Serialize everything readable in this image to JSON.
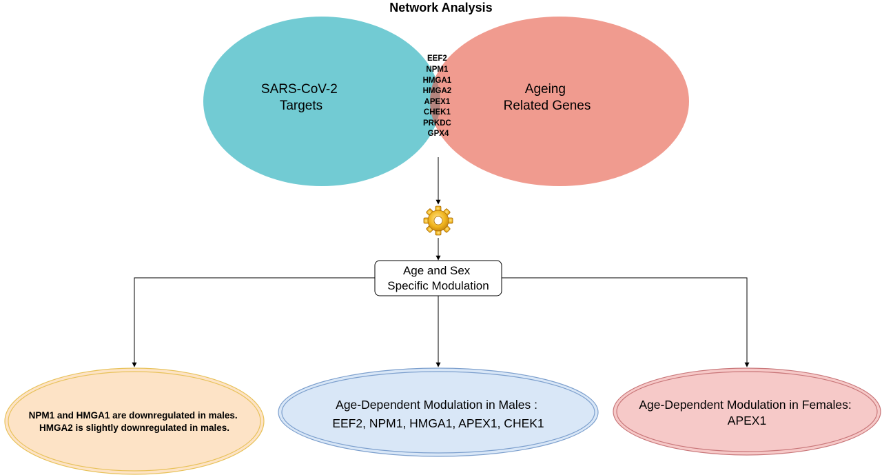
{
  "title": "Network Analysis",
  "venn": {
    "left_label": [
      "SARS-CoV-2",
      "Targets"
    ],
    "right_label": [
      "Ageing",
      "Related Genes"
    ],
    "intersection_genes": [
      "EEF2",
      "NPM1",
      "HMGA1",
      "HMGA2",
      "APEX1",
      "CHEK1",
      "PRKDC",
      "GPX4"
    ]
  },
  "process_icon": "gear-icon",
  "process_box": [
    "Age and Sex",
    "Specific Modulation"
  ],
  "outcomes": {
    "left": [
      "NPM1 and HMGA1 are downregulated in males.",
      "HMGA2 is slightly downregulated in males."
    ],
    "middle": [
      "Age-Dependent Modulation in Males :",
      "EEF2, NPM1, HMGA1, APEX1, CHEK1"
    ],
    "right": [
      "Age-Dependent Modulation in Females:",
      "APEX1"
    ]
  },
  "colors": {
    "left_set": "#72cbd3",
    "right_set": "#f09b8f",
    "overlap": "#b4847e",
    "left_outcome_fill": "#fde3c6",
    "left_outcome_stroke": "#e8c25a",
    "middle_outcome_fill": "#d9e7f7",
    "middle_outcome_stroke": "#7c9fcd",
    "right_outcome_fill": "#f6c9c8",
    "right_outcome_stroke": "#c9777a",
    "gear": "#f0b51e"
  }
}
